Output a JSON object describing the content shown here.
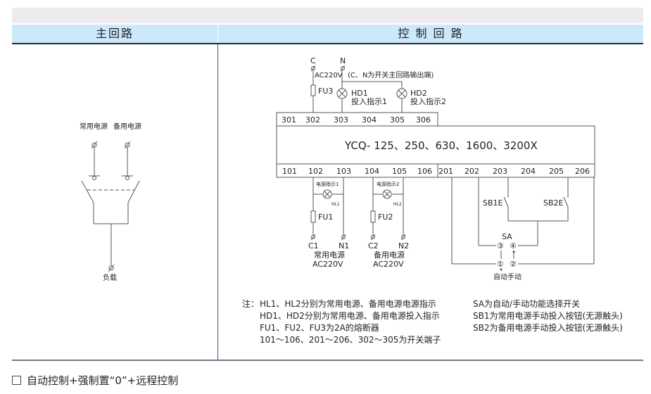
{
  "header": {
    "main_circuit": "主回路",
    "control_circuit": "控 制 回 路"
  },
  "main_circuit": {
    "source_normal": "常用电源",
    "source_backup": "备用电源",
    "load": "负载"
  },
  "control": {
    "top_terminals": {
      "C": "C",
      "N": "N",
      "voltage": "AC220V",
      "note": "(C、N为开关主回路输出端)",
      "fuse": "FU3",
      "hd1_name": "HD1",
      "hd1_desc": "投入指示1",
      "hd2_name": "HD2",
      "hd2_desc": "投入指示2"
    },
    "terminal_row_3": [
      "301",
      "302",
      "303",
      "304",
      "305",
      "306"
    ],
    "model": "YCQ- 125、250、630、1600、3200X",
    "terminal_row_1": [
      "101",
      "102",
      "103",
      "104",
      "105",
      "106"
    ],
    "terminal_row_2": [
      "201",
      "202",
      "203",
      "204",
      "205",
      "206"
    ],
    "hl1_label": "电源指示1",
    "hl1_name": "HL1",
    "hl2_label": "电源指示2",
    "hl2_name": "HL2",
    "fu1": "FU1",
    "fu2": "FU2",
    "c1": "C1",
    "n1": "N1",
    "c2": "C2",
    "n2": "N2",
    "normal_source": "常用电源",
    "backup_source": "备用电源",
    "voltage": "AC220V",
    "sb1": "SB1E",
    "sb2": "SB2E",
    "sa": "SA",
    "sa_pins": [
      "③",
      "④",
      "①",
      "②"
    ],
    "auto_manual": "自动手动"
  },
  "notes": {
    "prefix": "注：",
    "left": [
      "HL1、HL2分别为常用电源、备用电源电源指示",
      "HD1、HD2分别为常用电源、备用电源投入指示",
      "FU1、FU2、FU3为2A的熔断器",
      "101～106、201～206、302～305为开关端子"
    ],
    "right": [
      "SA为自动/手动功能选择开关",
      "SB1为常用电源手动投入按钮(无源触头)",
      "SB2为备用电源手动投入按钮(无源触头)"
    ]
  },
  "footer": {
    "option_label": "自动控制+强制置“0”+远程控制"
  }
}
